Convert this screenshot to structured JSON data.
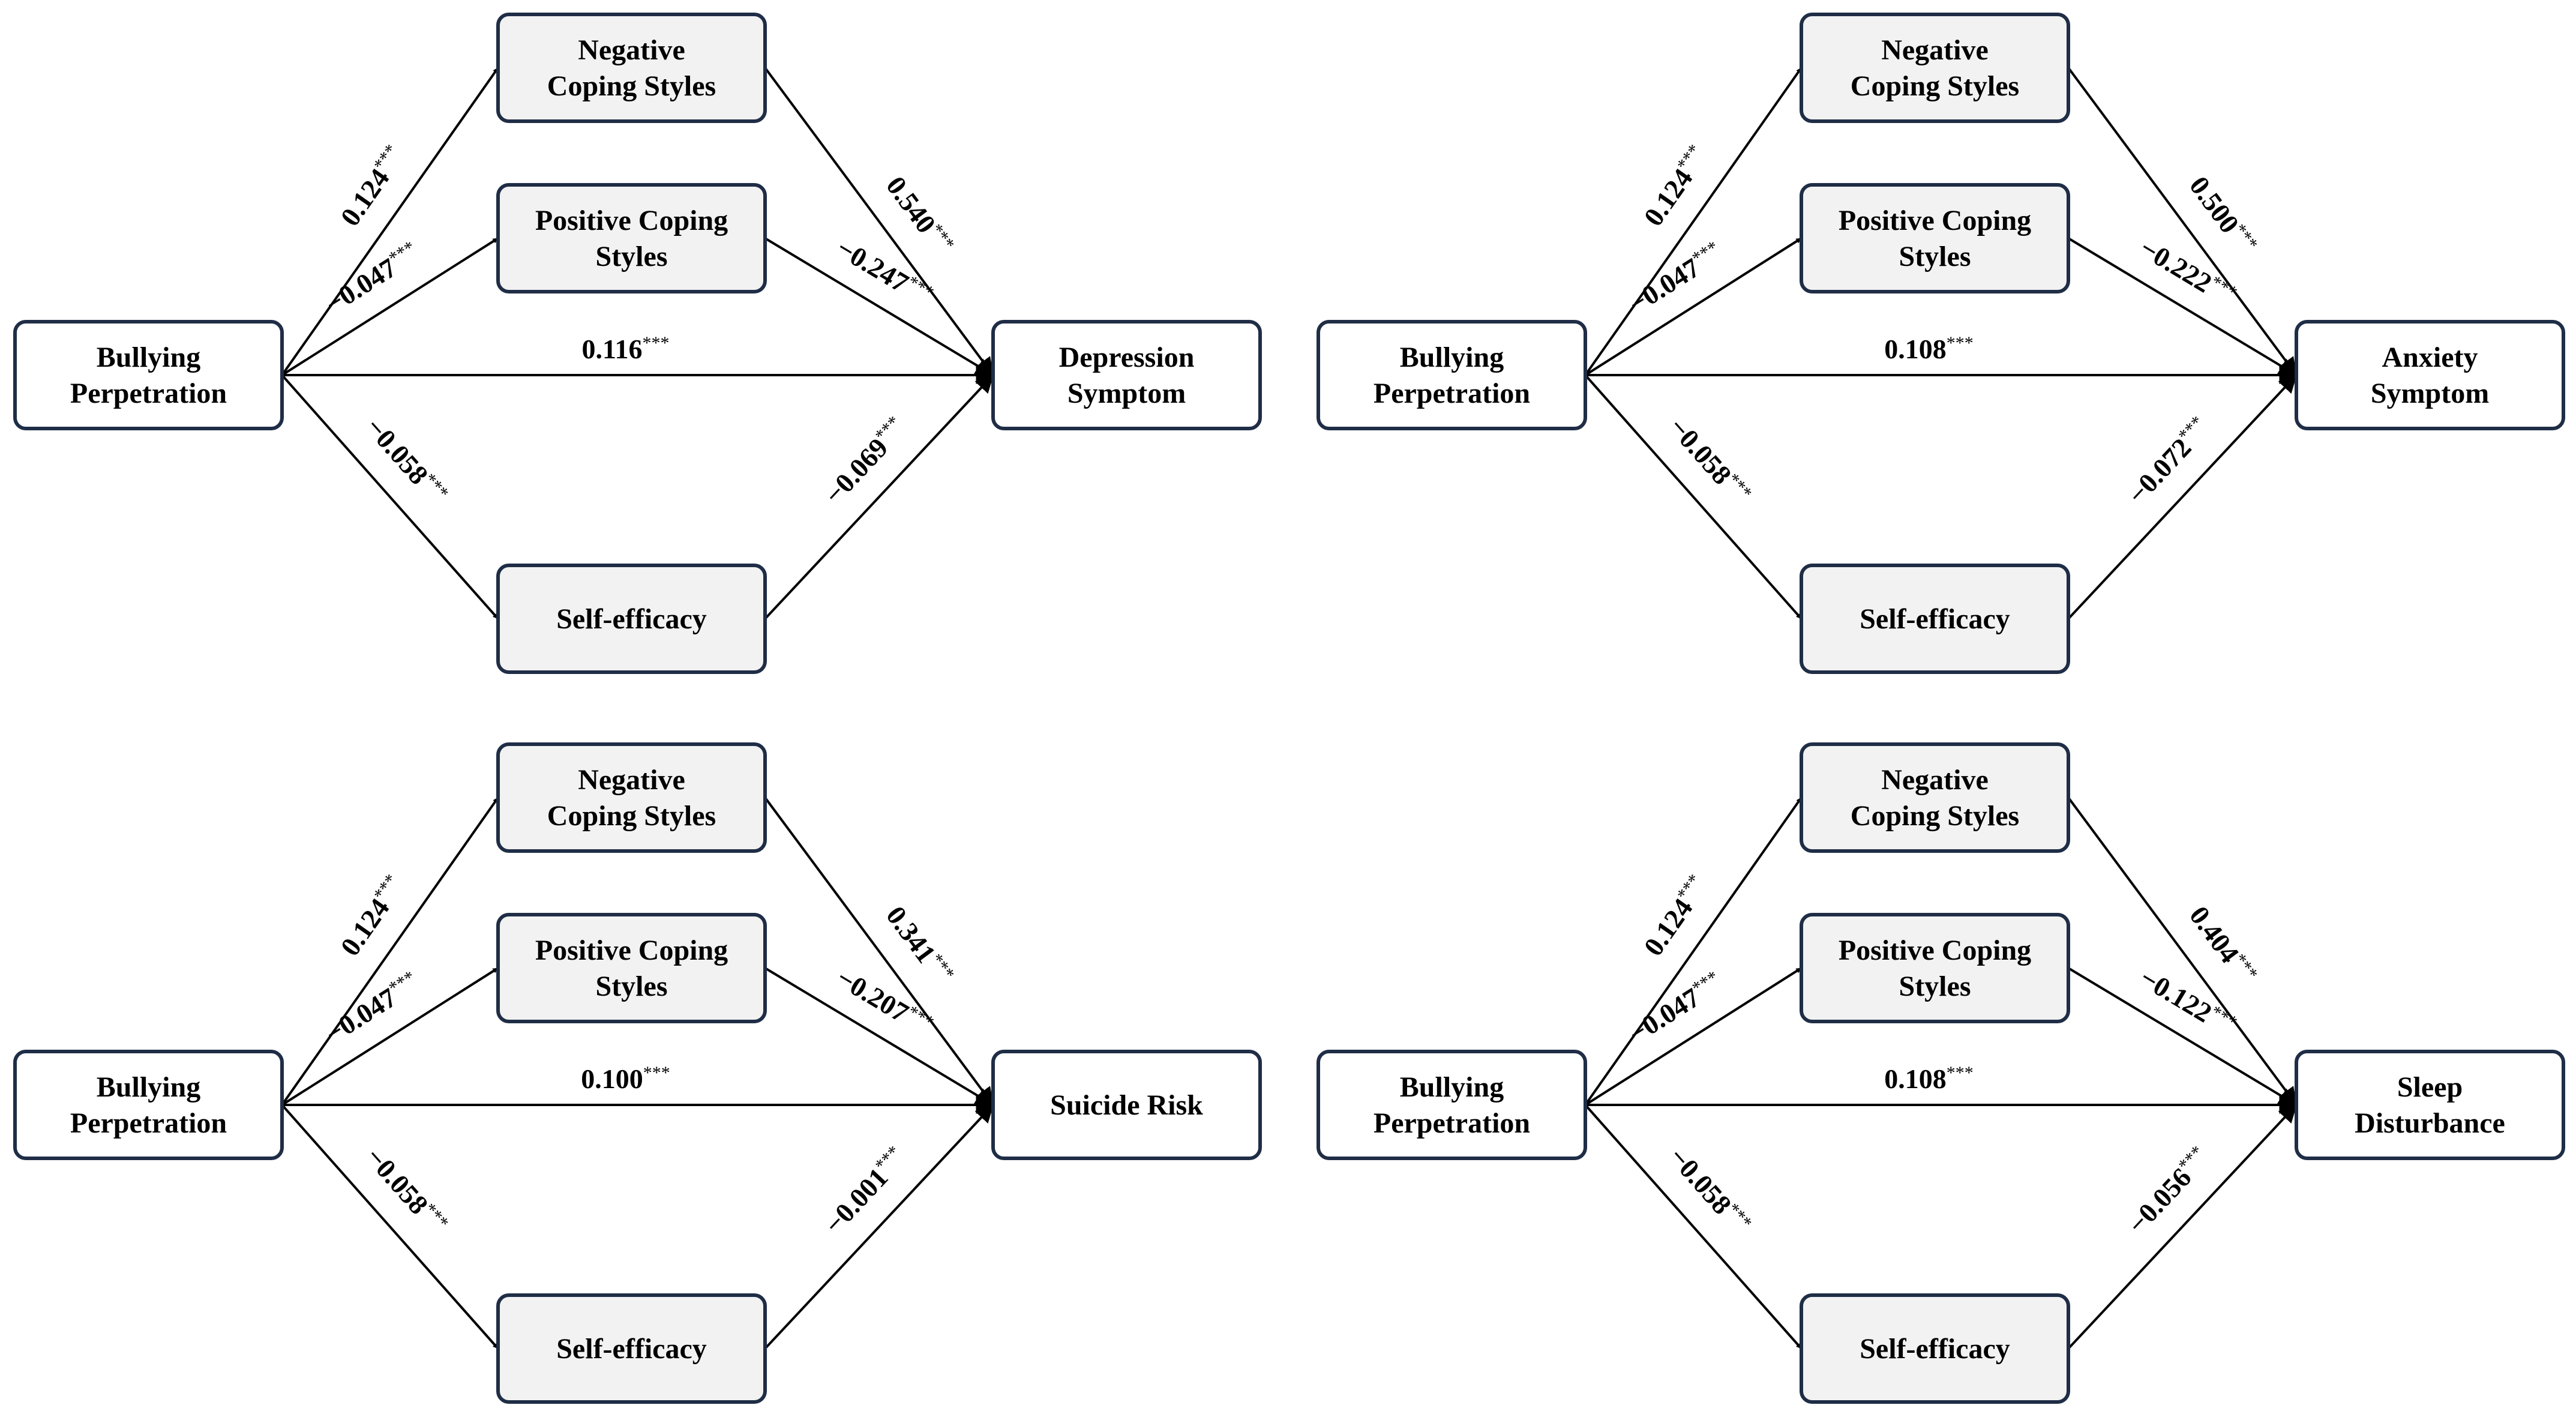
{
  "colors": {
    "node_border": "#1f2d46",
    "outcome_fill": "#ffffff",
    "mediator_fill": "#f2f2f2",
    "edge": "#000000"
  },
  "panels": [
    {
      "predictor": [
        "Bullying",
        "Perpetration"
      ],
      "mediators": {
        "negative": [
          "Negative",
          "Coping Styles"
        ],
        "positive": [
          "Positive Coping",
          "Styles"
        ],
        "self_efficacy": [
          "Self-efficacy"
        ]
      },
      "outcome": [
        "Depression",
        "Symptom"
      ],
      "paths": {
        "a_negative": "0.124",
        "a_positive": "−0.047",
        "a_self_efficacy": "−0.058",
        "b_negative": "0.540",
        "b_positive": "−0.247",
        "b_self_efficacy": "−0.069",
        "direct": "0.116"
      },
      "significance": "***"
    },
    {
      "predictor": [
        "Bullying",
        "Perpetration"
      ],
      "mediators": {
        "negative": [
          "Negative",
          "Coping Styles"
        ],
        "positive": [
          "Positive Coping",
          "Styles"
        ],
        "self_efficacy": [
          "Self-efficacy"
        ]
      },
      "outcome": [
        "Anxiety",
        "Symptom"
      ],
      "paths": {
        "a_negative": "0.124",
        "a_positive": "−0.047",
        "a_self_efficacy": "−0.058",
        "b_negative": "0.500",
        "b_positive": "−0.222",
        "b_self_efficacy": "−0.072",
        "direct": "0.108"
      },
      "significance": "***"
    },
    {
      "predictor": [
        "Bullying",
        "Perpetration"
      ],
      "mediators": {
        "negative": [
          "Negative",
          "Coping Styles"
        ],
        "positive": [
          "Positive Coping",
          "Styles"
        ],
        "self_efficacy": [
          "Self-efficacy"
        ]
      },
      "outcome": [
        "Suicide Risk"
      ],
      "paths": {
        "a_negative": "0.124",
        "a_positive": "−0.047",
        "a_self_efficacy": "−0.058",
        "b_negative": "0.341",
        "b_positive": "−0.207",
        "b_self_efficacy": "−0.001",
        "direct": "0.100"
      },
      "significance": "***"
    },
    {
      "predictor": [
        "Bullying",
        "Perpetration"
      ],
      "mediators": {
        "negative": [
          "Negative",
          "Coping Styles"
        ],
        "positive": [
          "Positive Coping",
          "Styles"
        ],
        "self_efficacy": [
          "Self-efficacy"
        ]
      },
      "outcome": [
        "Sleep",
        "Disturbance"
      ],
      "paths": {
        "a_negative": "0.124",
        "a_positive": "−0.047",
        "a_self_efficacy": "−0.058",
        "b_negative": "0.404",
        "b_positive": "−0.122",
        "b_self_efficacy": "−0.056",
        "direct": "0.108"
      },
      "significance": "***"
    }
  ]
}
